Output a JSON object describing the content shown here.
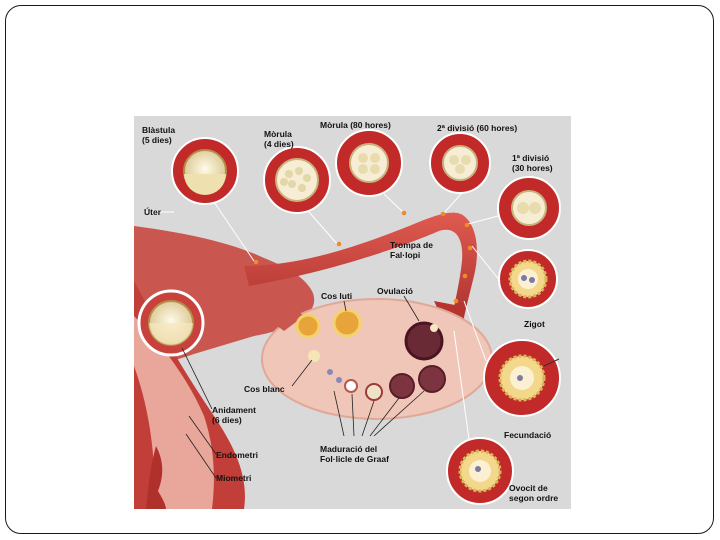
{
  "diagram": {
    "labels": {
      "blastula": "Blàstula\n(5 dies)",
      "morula4": "Mòrula\n(4 dies)",
      "morula80": "Mòrula (80 hores)",
      "div2": "2ª divisió (60 hores)",
      "div1": "1ª divisió\n(30 hores)",
      "uter": "Úter",
      "trompa": "Trompa de\nFal·lopi",
      "cosluti": "Cos luti",
      "ovulacio": "Ovulació",
      "zigot": "Zigot",
      "cosblanc": "Cos blanc",
      "anidament": "Anidament\n(6 dies)",
      "endometri": "Endometri",
      "miometri": "Miometri",
      "maduracio": "Maduració del\nFol·licle de Graaf",
      "fecundacio": "Fecundació",
      "ovocit": "Ovocit de\nsegon ordre"
    },
    "colors": {
      "background": "#d9d9d9",
      "tissue": "#c8413c",
      "tissue_dark": "#9e2724",
      "circle_ring": "#c22a2a",
      "ovary": "#f0c6b8",
      "cell": "#f2e6c4"
    }
  }
}
